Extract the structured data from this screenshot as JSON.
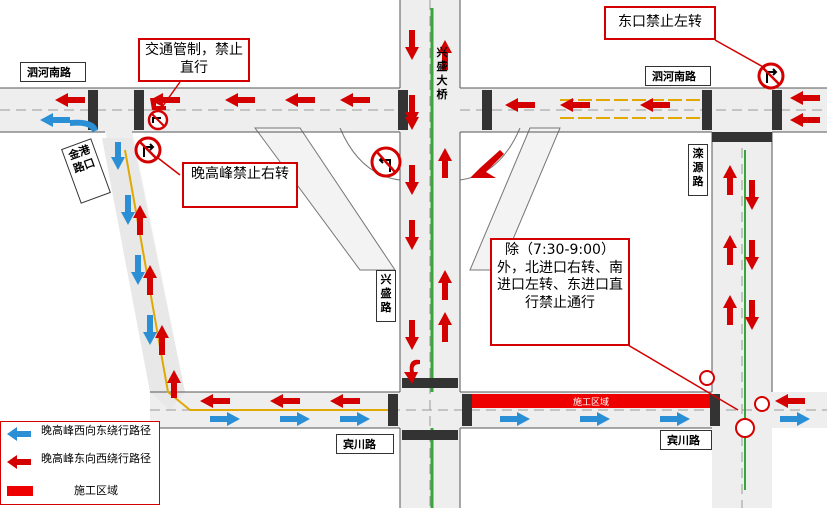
{
  "roads": {
    "sihe_nanlu_left": "泗河南路",
    "sihe_nanlu_right": "泗河南路",
    "jingang_lukou": "金港路口",
    "xingsheng_daqiao": "兴盛大桥",
    "xingsheng_lu": "兴盛路",
    "zaoyuan_lu": "滦源路",
    "binchuan_lu_left": "宾川路",
    "binchuan_lu_right": "宾川路",
    "construction_zone": "施工区域"
  },
  "callouts": {
    "no_straight": "交通管制，禁止直行",
    "no_right_evening": "晚高峰禁止右转",
    "east_no_left": "东口禁止左转",
    "except_rule": "除（7:30-9:00）外，北进口右转、南进口左转、东进口直行禁止通行"
  },
  "legend": {
    "blue_route": "晚高峰西向东绕行路径",
    "red_route": "晚高峰东向西绕行路径",
    "construction": "施工区域"
  },
  "colors": {
    "red_arrow": "#d40000",
    "blue_arrow": "#2b8fd6",
    "road_gray": "#e6e6e6",
    "green_line": "#3aa63a",
    "construction_red": "#ee0000",
    "yellow_line": "#e0a800"
  }
}
